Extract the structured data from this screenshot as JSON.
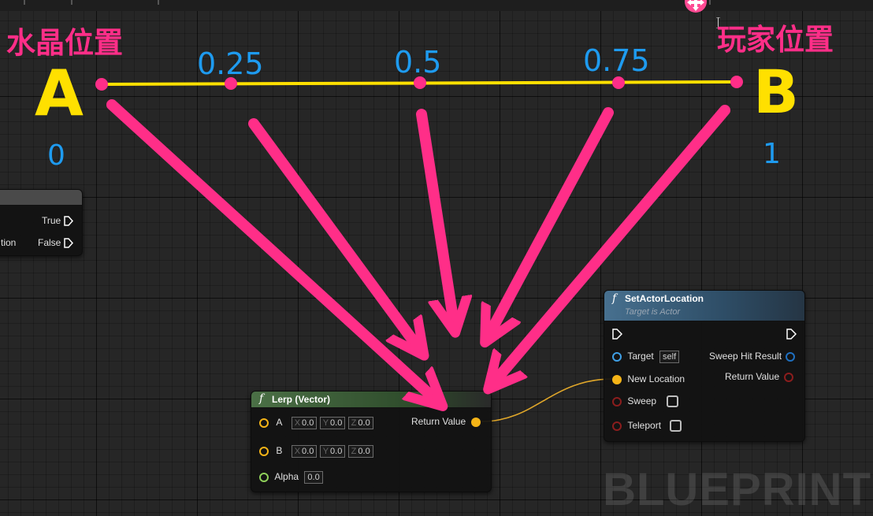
{
  "annotations": {
    "label_a_cn": "水晶位置",
    "label_b_cn": "玩家位置",
    "letter_a": "A",
    "letter_b": "B",
    "value_0": "0",
    "value_1": "1",
    "value_025": "0.25",
    "value_05": "0.5",
    "value_075": "0.75"
  },
  "branch_node": {
    "title_fragment": "n",
    "condition_fragment": "tion",
    "true_label": "True",
    "false_label": "False"
  },
  "lerp_node": {
    "title": "Lerp (Vector)",
    "pin_a": "A",
    "pin_b": "B",
    "pin_alpha": "Alpha",
    "return_label": "Return Value",
    "a": {
      "x": "0.0",
      "y": "0.0",
      "z": "0.0"
    },
    "b": {
      "x": "0.0",
      "y": "0.0",
      "z": "0.0"
    },
    "alpha": "0.0",
    "axis_x": "X",
    "axis_y": "Y",
    "axis_z": "Z"
  },
  "set_node": {
    "title": "SetActorLocation",
    "subtitle": "Target is Actor",
    "target_label": "Target",
    "target_value": "self",
    "new_location_label": "New Location",
    "sweep_label": "Sweep",
    "teleport_label": "Teleport",
    "sweep_hit_label": "Sweep Hit Result",
    "return_label": "Return Value"
  },
  "watermark": "BLUEPRINT",
  "colors": {
    "magenta": "#ff2e88",
    "yellow": "#ffe000",
    "blue": "#1e9bf0",
    "vector_pin": "#f5b417",
    "float_pin": "#8fd05a",
    "object_pin": "#3fa0e6",
    "struct_pin": "#8b1d1d",
    "lerp_header": "#3b5a37",
    "set_header": "#3b5e7e"
  },
  "icons": {
    "function": "f",
    "move": "move-cross-icon"
  }
}
